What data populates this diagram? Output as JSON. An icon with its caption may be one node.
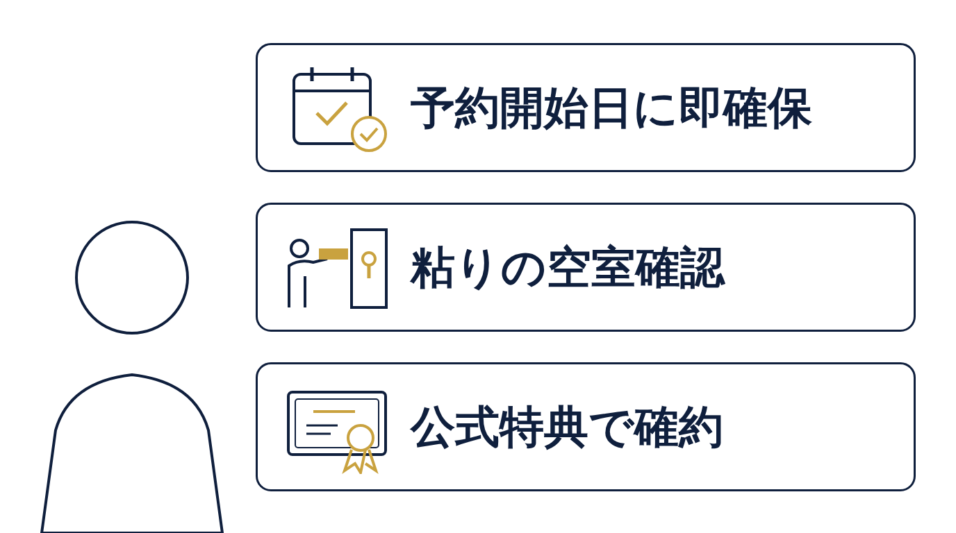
{
  "diagram": {
    "nodes": [
      {
        "text": [
          "予約開始日に即確保"
        ]
      },
      {
        "text": [
          "粘りの空室確認"
        ]
      },
      {
        "text": [
          "公式特典で確約"
        ]
      }
    ]
  }
}
